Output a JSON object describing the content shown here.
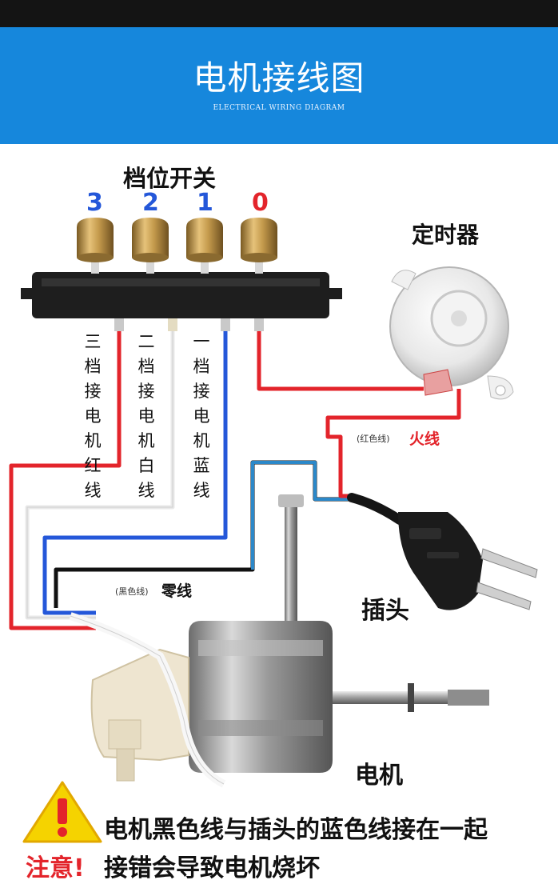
{
  "header": {
    "title": "电机接线图",
    "subtitle": "ELECTRICAL WIRING DIAGRAM"
  },
  "switch": {
    "title": "档位开关",
    "positions": [
      "3",
      "2",
      "1",
      "0"
    ],
    "labels": [
      "三档接电机红线",
      "二档接电机白线",
      "一档接电机蓝线"
    ]
  },
  "timer": {
    "label": "定时器"
  },
  "wires": {
    "live_note": "(红色线)",
    "live": "火线",
    "neutral_note": "(黑色线)",
    "neutral": "零线"
  },
  "plug": {
    "label": "插头"
  },
  "motor": {
    "label": "电机"
  },
  "warning": {
    "line1": "电机黑色线与插头的蓝色线接在一起",
    "prefix": "注意!",
    "line2": "接错会导致电机烧坏"
  },
  "colors": {
    "banner": "#1687dc",
    "red_wire": "#e3242b",
    "blue_wire": "#2457d9",
    "knob_gold": "#b8924a",
    "warning_yellow": "#f5d300"
  }
}
